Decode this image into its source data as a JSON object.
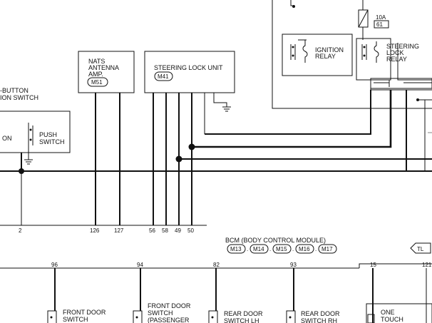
{
  "components": {
    "push_button_switch": {
      "label_lines": [
        "-BUTTON",
        "ION SWITCH"
      ]
    },
    "on_label": "ON",
    "push_switch": {
      "label_lines": [
        "PUSH",
        "SWITCH"
      ]
    },
    "nats": {
      "label_lines": [
        "NATS",
        "ANTENNA",
        "AMP."
      ],
      "connector": "M51"
    },
    "steering_lock_unit": {
      "label": "STEERING LOCK UNIT",
      "connector": "M41"
    },
    "fuse": {
      "rating": "10A",
      "number": "61"
    },
    "ignition_relay": {
      "label_lines": [
        "IGNITION",
        "RELAY"
      ]
    },
    "steering_lock_relay": {
      "label_lines": [
        "STEERING",
        "LOCK",
        "RELAY"
      ]
    },
    "bcm": {
      "label": "BCM (BODY CONTROL MODULE)",
      "connectors": [
        "M13",
        "M14",
        "M15",
        "M16",
        "M17"
      ]
    },
    "tl_tag": "TL",
    "front_door_switch_driver": {
      "label_lines": [
        "FRONT DOOR",
        "SWITCH"
      ]
    },
    "front_door_switch_passenger": {
      "label_lines": [
        "FRONT DOOR",
        "SWITCH",
        "(PASSENGER"
      ]
    },
    "rear_door_switch_lh": {
      "label_lines": [
        "REAR DOOR",
        "SWITCH LH"
      ]
    },
    "rear_door_switch_rh": {
      "label_lines": [
        "REAR DOOR",
        "SWITCH RH"
      ]
    },
    "one_touch": {
      "label_lines": [
        "ONE",
        "TOUCH"
      ]
    }
  },
  "pins": {
    "upper": [
      "2",
      "126",
      "127",
      "56",
      "58",
      "49",
      "50"
    ],
    "bcm": [
      "96",
      "94",
      "82",
      "93",
      "15",
      "121"
    ]
  }
}
